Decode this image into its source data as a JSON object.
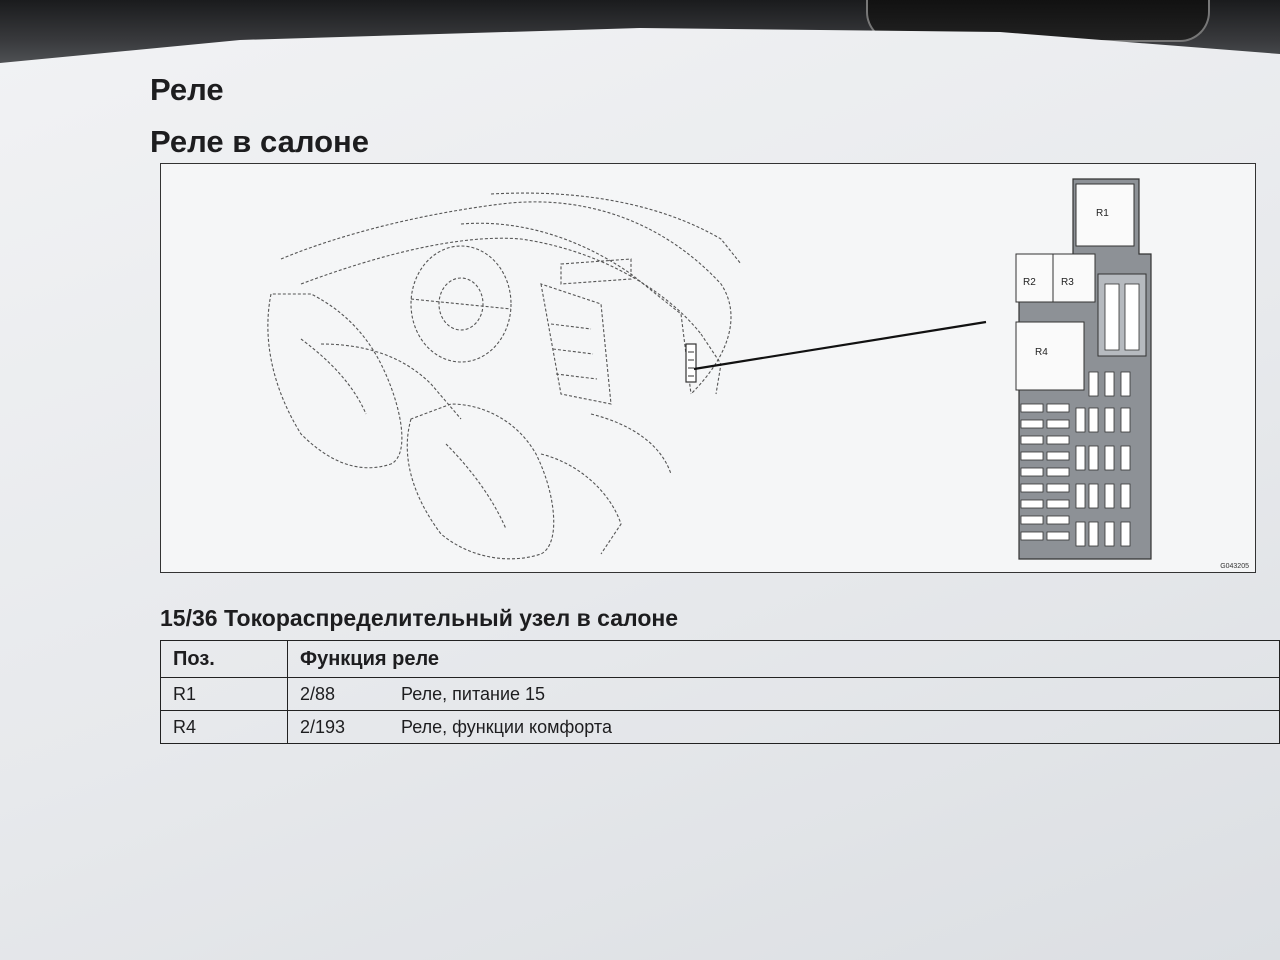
{
  "document": {
    "title": "Реле",
    "subtitle": "Реле в салоне",
    "figure_code": "G043205",
    "relays": [
      "R1",
      "R2",
      "R3",
      "R4"
    ],
    "section_title": "15/36 Токораспределительный узел в салоне",
    "table": {
      "headers": [
        "Поз.",
        "Функция реле"
      ],
      "rows": [
        {
          "pos": "R1",
          "code": "2/88",
          "function": "Реле, питание 15"
        },
        {
          "pos": "R4",
          "code": "2/193",
          "function": "Реле, функции комфорта"
        }
      ]
    }
  }
}
